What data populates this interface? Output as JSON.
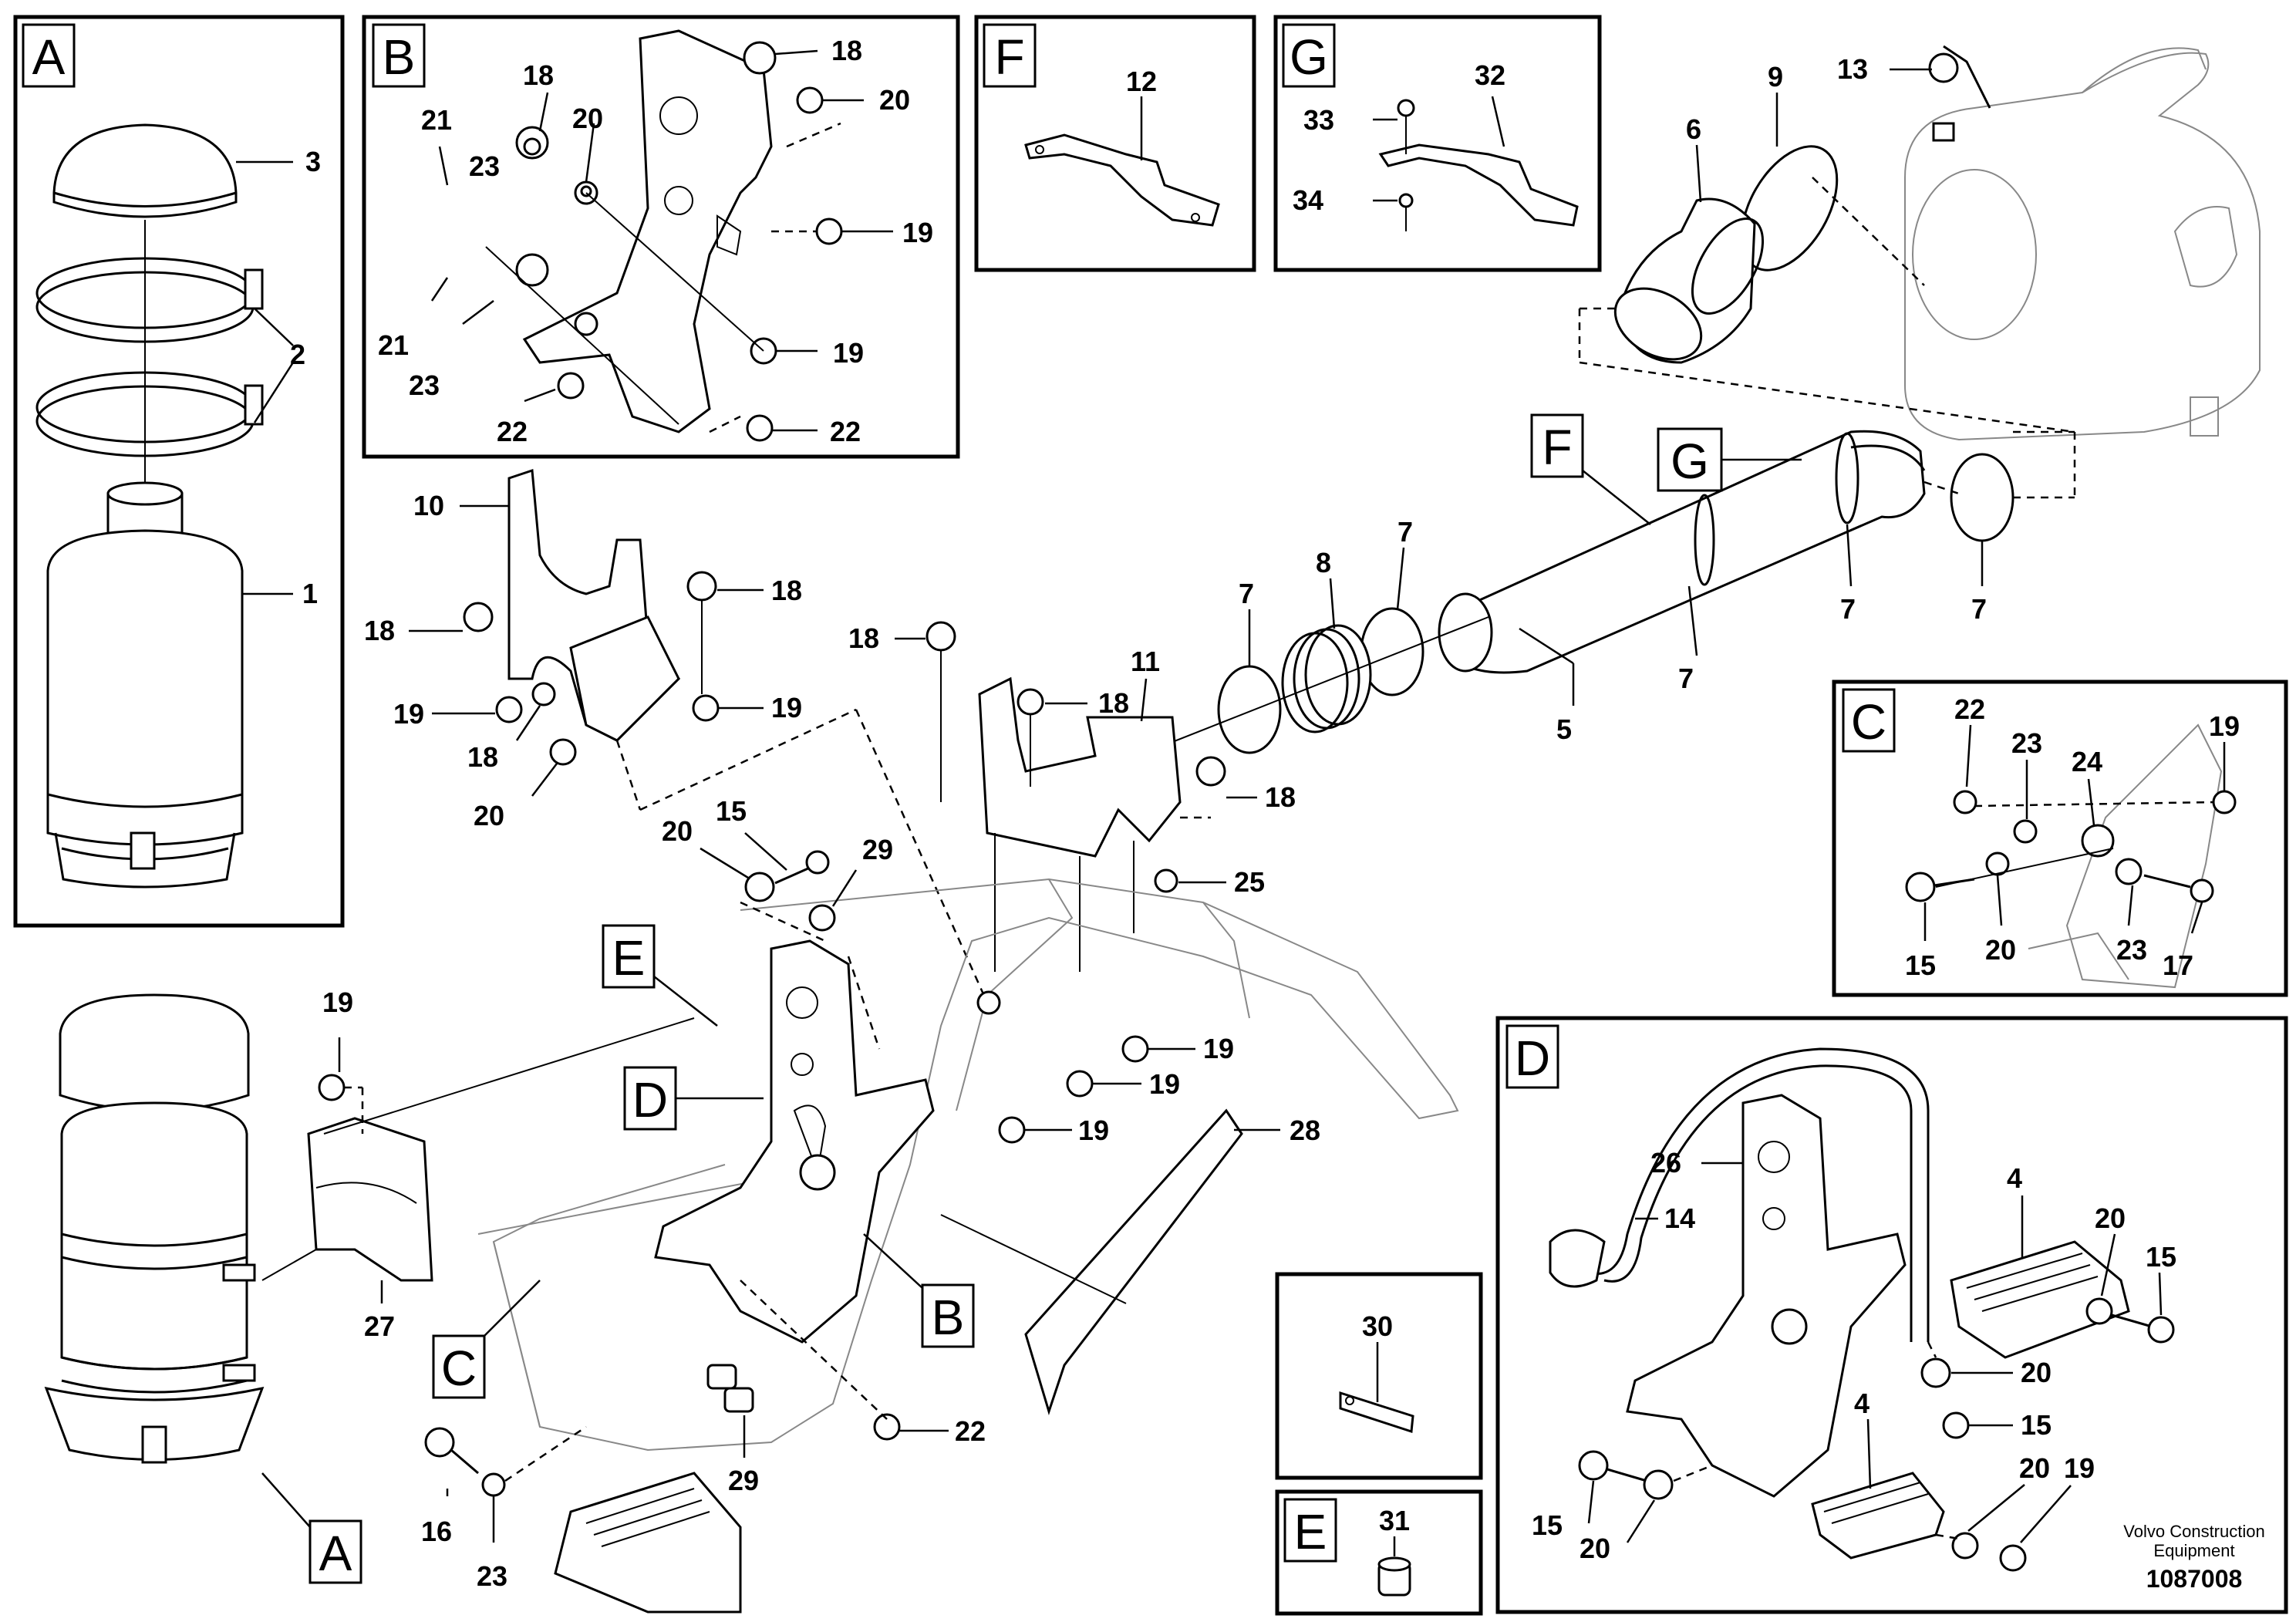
{
  "sections": {
    "A": "A",
    "B": "B",
    "C": "C",
    "D": "D",
    "E": "E",
    "F": "F",
    "G": "G"
  },
  "callouts": {
    "n1": "1",
    "n2": "2",
    "n3": "3",
    "n4": "4",
    "n5": "5",
    "n6": "6",
    "n7": "7",
    "n8": "8",
    "n9": "9",
    "n10": "10",
    "n11": "11",
    "n12": "12",
    "n13": "13",
    "n14": "14",
    "n15": "15",
    "n16": "16",
    "n17": "17",
    "n18": "18",
    "n19": "19",
    "n20": "20",
    "n21": "21",
    "n22": "22",
    "n23": "23",
    "n24": "24",
    "n25": "25",
    "n26": "26",
    "n27": "27",
    "n28": "28",
    "n29": "29",
    "n30": "30",
    "n31": "31",
    "n32": "32",
    "n33": "33",
    "n34": "34"
  },
  "caption": {
    "line1": "Volvo Construction",
    "line2": "Equipment",
    "drawing_number": "1087008"
  }
}
